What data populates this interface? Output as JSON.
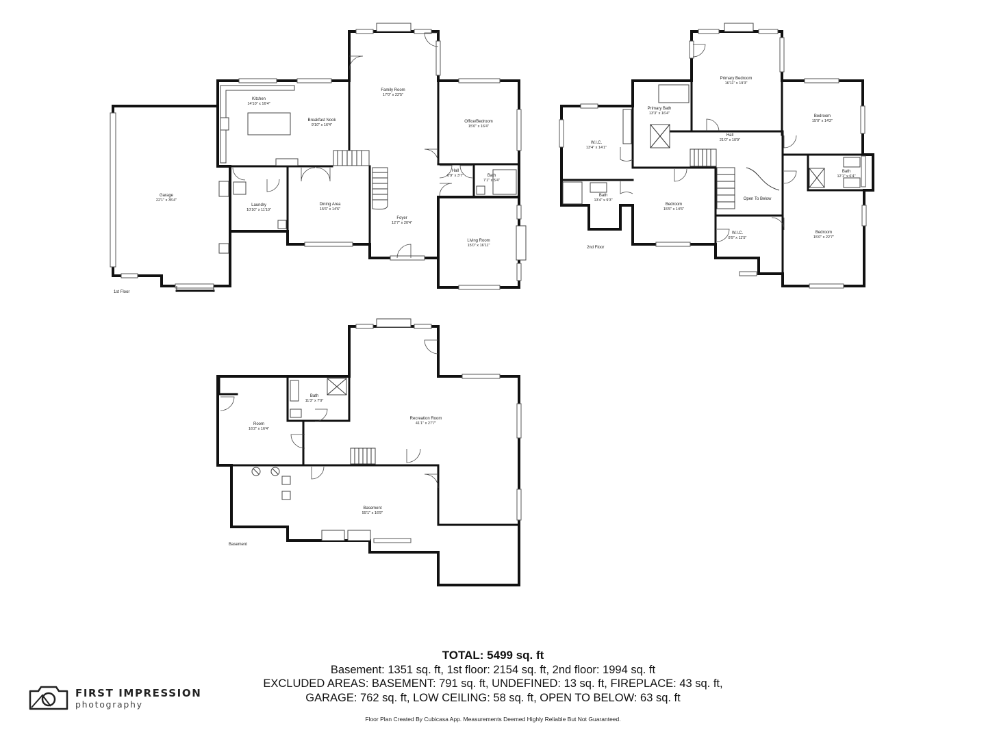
{
  "floors": {
    "first": {
      "label": "1st Floor",
      "rooms": [
        {
          "id": "garage",
          "name": "Garage",
          "dims": "22'1\" x 35'4\""
        },
        {
          "id": "kitchen",
          "name": "Kitchen",
          "dims": "14'10\" x 16'4\""
        },
        {
          "id": "breakfast-nook",
          "name": "Breakfast Nook",
          "dims": "9'10\" x 16'4\""
        },
        {
          "id": "family-room",
          "name": "Family Room",
          "dims": "17'0\" x 22'5\""
        },
        {
          "id": "office-bedroom",
          "name": "Office/Bedroom",
          "dims": "15'0\" x 16'4\""
        },
        {
          "id": "hall",
          "name": "Hall",
          "dims": "6'9\" x 3'7\""
        },
        {
          "id": "bath",
          "name": "Bath",
          "dims": "7'1\" x 5'4\""
        },
        {
          "id": "laundry",
          "name": "Laundry",
          "dims": "10'10\" x 11'10\""
        },
        {
          "id": "dining-area",
          "name": "Dining Area",
          "dims": "15'6\" x 14'6\""
        },
        {
          "id": "foyer",
          "name": "Foyer",
          "dims": "12'7\" x 20'4\""
        },
        {
          "id": "living-room",
          "name": "Living Room",
          "dims": "15'0\" x 16'11\""
        }
      ]
    },
    "second": {
      "label": "2nd Floor",
      "rooms": [
        {
          "id": "primary-bedroom",
          "name": "Primary Bedroom",
          "dims": "16'11\" x 19'3\""
        },
        {
          "id": "primary-bath",
          "name": "Primary Bath",
          "dims": "13'3\" x 16'4\""
        },
        {
          "id": "wic-1",
          "name": "W.I.C.",
          "dims": "13'4\" x 14'1\""
        },
        {
          "id": "bedroom-ne",
          "name": "Bedroom",
          "dims": "15'0\" x 14'2\""
        },
        {
          "id": "hall-2",
          "name": "Hall",
          "dims": "21'0\" x 10'9\""
        },
        {
          "id": "bath-2e",
          "name": "Bath",
          "dims": "12'1\" x 6'4\""
        },
        {
          "id": "bath-2w",
          "name": "Bath",
          "dims": "13'4\" x 9'3\""
        },
        {
          "id": "bedroom-c",
          "name": "Bedroom",
          "dims": "15'5\" x 14'6\""
        },
        {
          "id": "open-to-below",
          "name": "Open To Below",
          "dims": ""
        },
        {
          "id": "wic-2",
          "name": "W.I.C.",
          "dims": "8'9\" x 11'5\""
        },
        {
          "id": "bedroom-se",
          "name": "Bedroom",
          "dims": "15'0\" x 22'7\""
        }
      ]
    },
    "basement": {
      "label": "Basement",
      "rooms": [
        {
          "id": "bath-b",
          "name": "Bath",
          "dims": "11'3\" x 7'9\""
        },
        {
          "id": "room",
          "name": "Room",
          "dims": "16'2\" x 16'4\""
        },
        {
          "id": "recreation-room",
          "name": "Recreation Room",
          "dims": "41'1\" x 27'7\""
        },
        {
          "id": "basement",
          "name": "Basement",
          "dims": "55'1\" x 16'9\""
        }
      ]
    }
  },
  "summary": {
    "total": "TOTAL: 5499 sq. ft",
    "line1": "Basement: 1351 sq. ft, 1st floor: 2154 sq. ft, 2nd floor: 1994 sq. ft",
    "line2": "EXCLUDED AREAS: BASEMENT: 791 sq. ft, UNDEFINED: 13 sq. ft, FIREPLACE: 43 sq. ft,",
    "line3": "GARAGE: 762 sq. ft, LOW CEILING: 58 sq. ft, OPEN TO BELOW: 63 sq. ft"
  },
  "footnote": "Floor Plan Created By Cubicasa App. Measurements Deemed Highly Reliable But Not Guaranteed.",
  "logo": {
    "brand": "FIRST IMPRESSION",
    "sub": "photography",
    "icon": "camera-icon"
  }
}
